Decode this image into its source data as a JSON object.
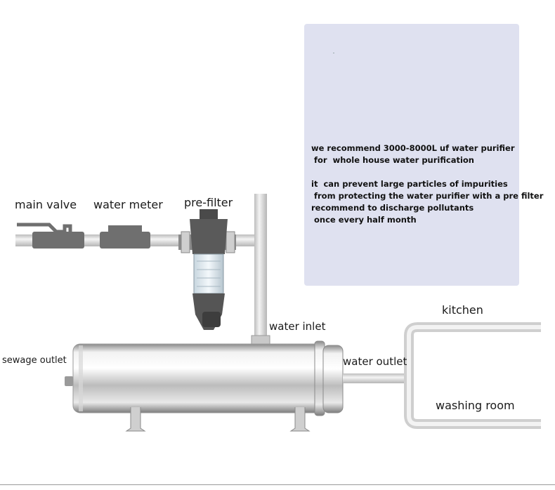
{
  "labels": {
    "main_valve": "main valve",
    "water_meter": "water meter",
    "pre_filter": "pre-filter",
    "water_inlet": "water inlet",
    "water_outlet": "water outlet",
    "sewage_outlet": "sewage outlet",
    "kitchen": "kitchen",
    "washing_room": "washing room"
  },
  "panel": {
    "lines": [
      "we recommend 3000-8000L uf water purifier",
      " for  whole house water purification",
      "",
      "it  can prevent large particles of impurities",
      " from protecting the water purifier with a pre filter",
      "recommend to discharge pollutants",
      " once every half month"
    ]
  },
  "colors": {
    "panel_bg": "#dfe1f0",
    "pipe": "#d9d9d9",
    "valve": "#6f6f6f",
    "steel": "#cfcfcf"
  }
}
